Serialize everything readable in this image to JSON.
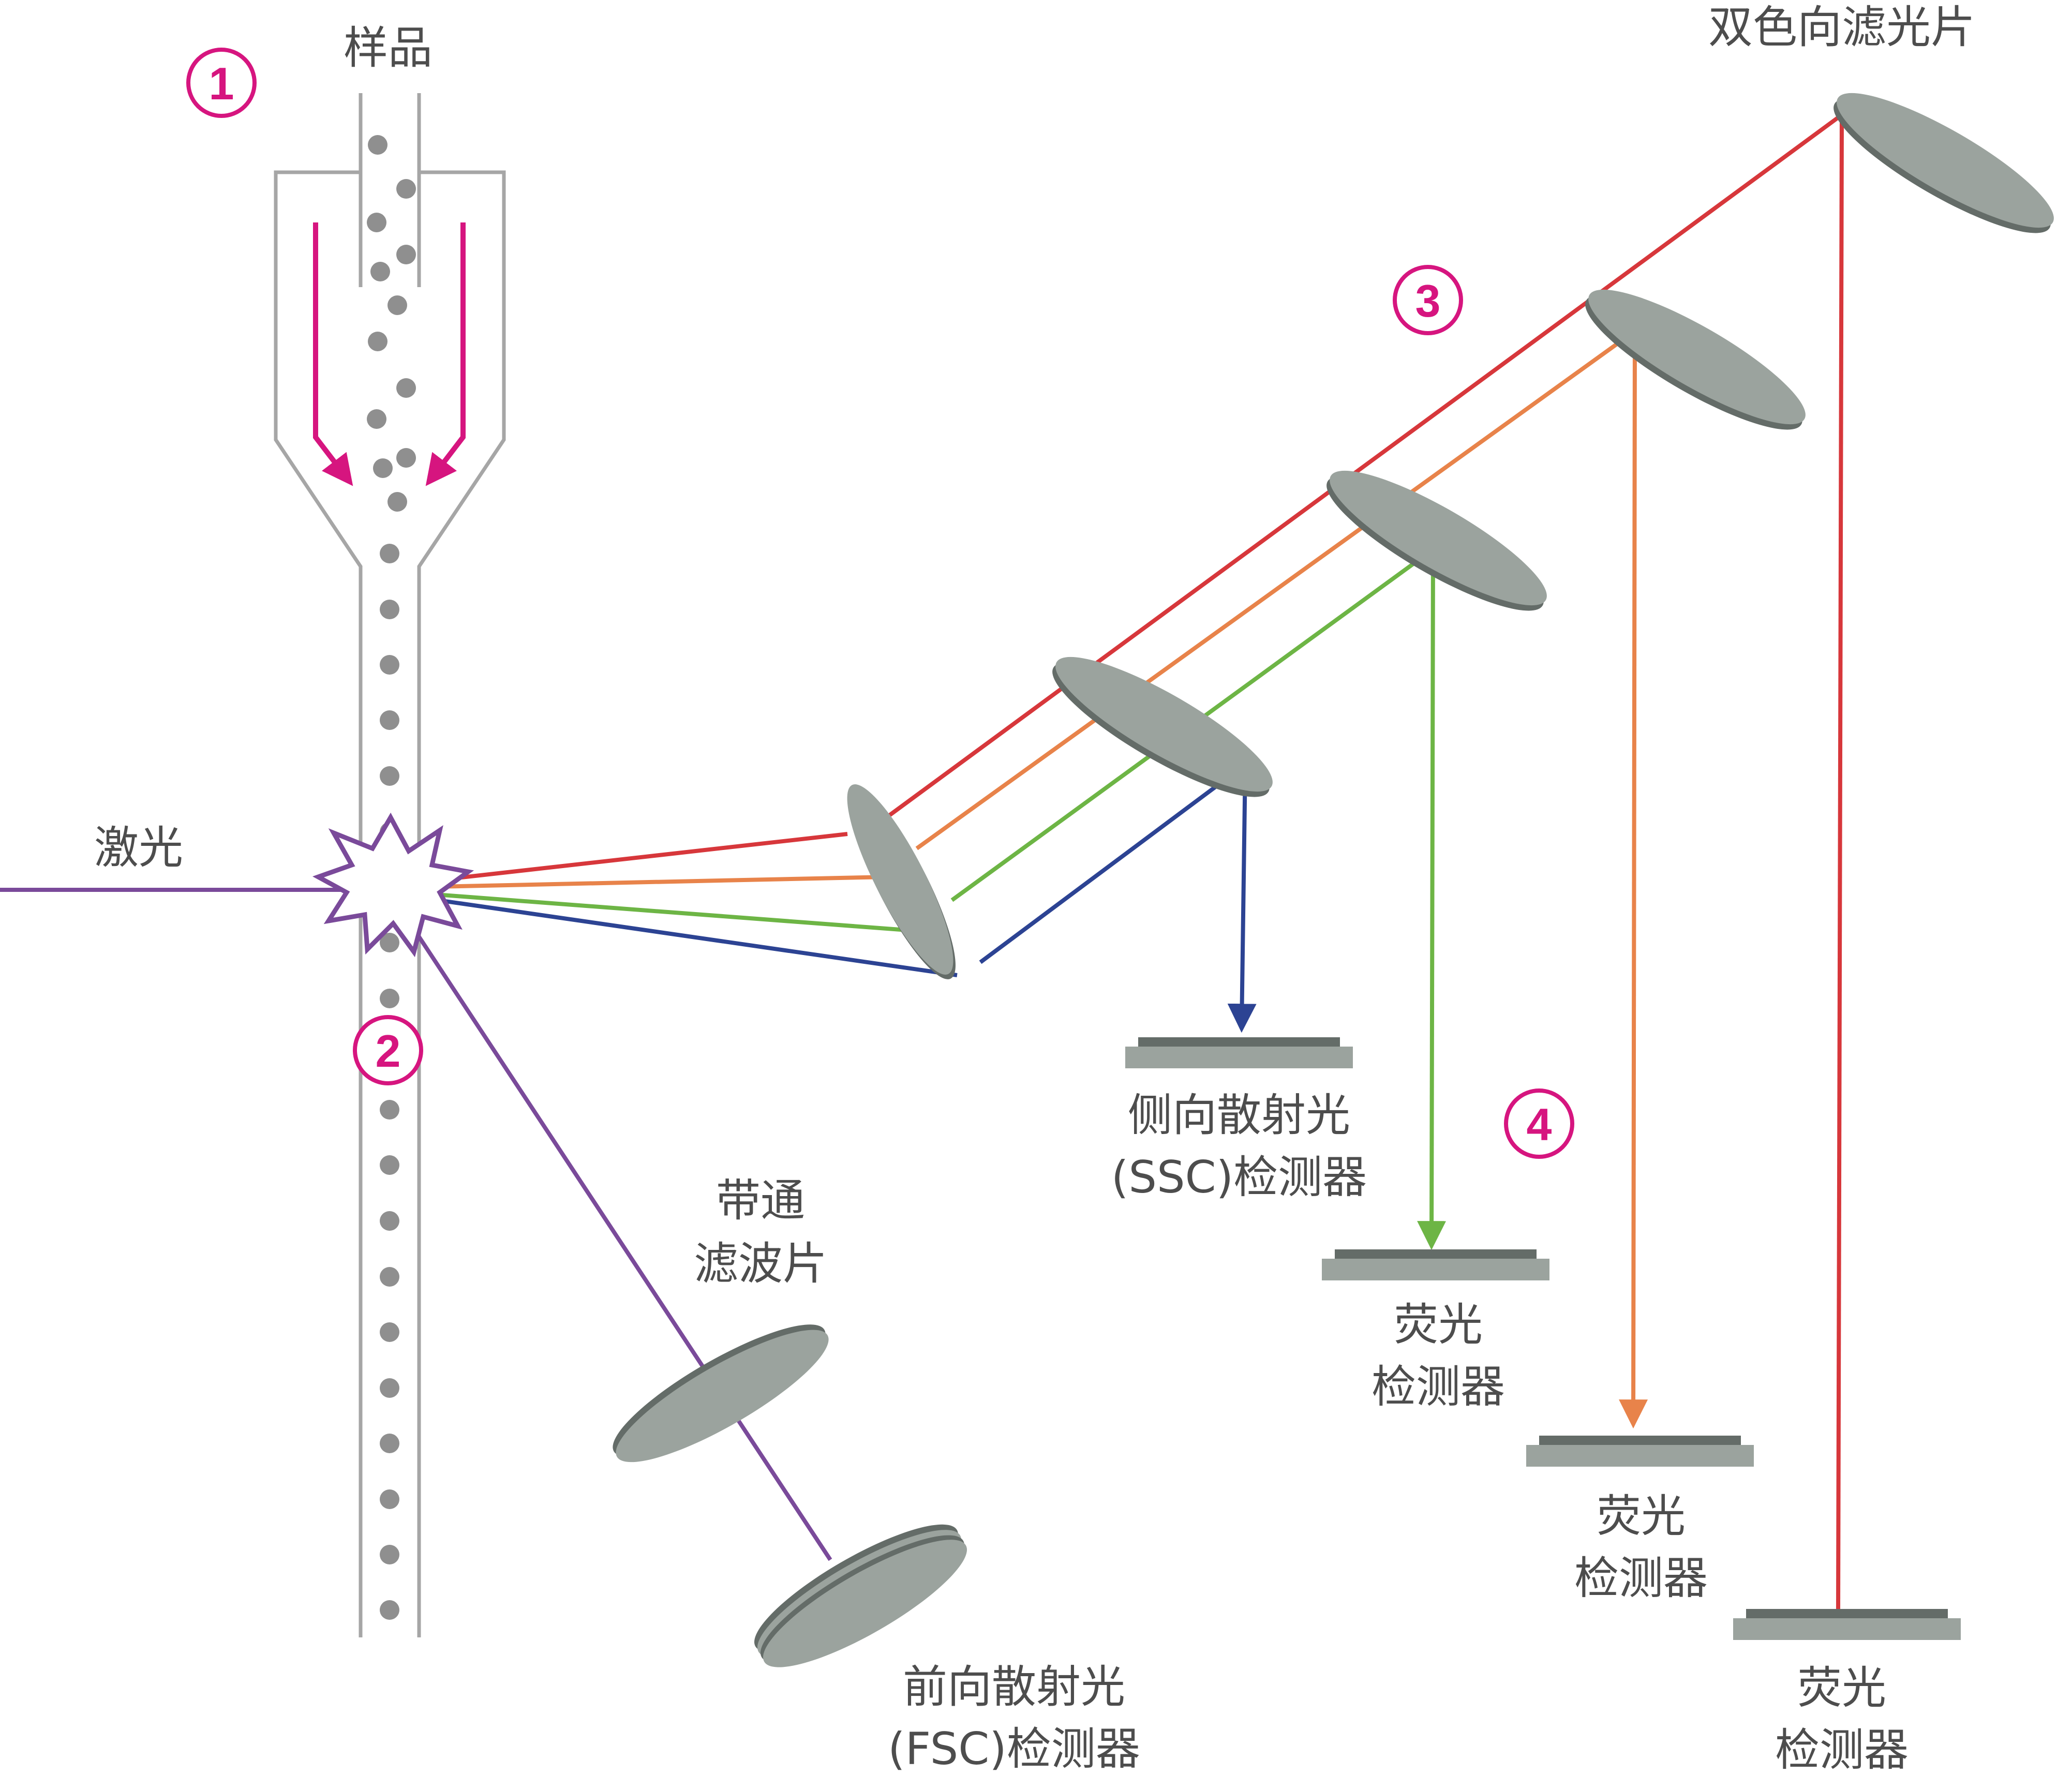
{
  "labels": {
    "sample": "样品",
    "laser": "激光",
    "bandpass_line1": "带通",
    "bandpass_line2": "滤波片",
    "fsc_line1": "前向散射光",
    "fsc_line2": "(FSC)检测器",
    "ssc_line1": "侧向散射光",
    "ssc_line2": "(SSC)检测器",
    "dichroic": "双色向滤光片",
    "fluor_detector_1_line1": "荧光",
    "fluor_detector_1_line2": "检测器",
    "fluor_detector_2_line1": "荧光",
    "fluor_detector_2_line2": "检测器",
    "fluor_detector_3_line1": "荧光",
    "fluor_detector_3_line2": "检测器"
  },
  "steps": [
    "1",
    "2",
    "3",
    "4"
  ],
  "colors": {
    "accent_magenta": "#d6157f",
    "laser_purple": "#7a4a9a",
    "beam_red": "#d7373b",
    "beam_orange": "#e8834a",
    "beam_green": "#6db545",
    "beam_blue": "#2c4393",
    "optic_gray": "#9ba39e",
    "optic_dark": "#646c68",
    "particle_gray": "#8f8f8f",
    "channel_gray": "#a6a6a6",
    "text_gray": "#4d4d4d"
  }
}
